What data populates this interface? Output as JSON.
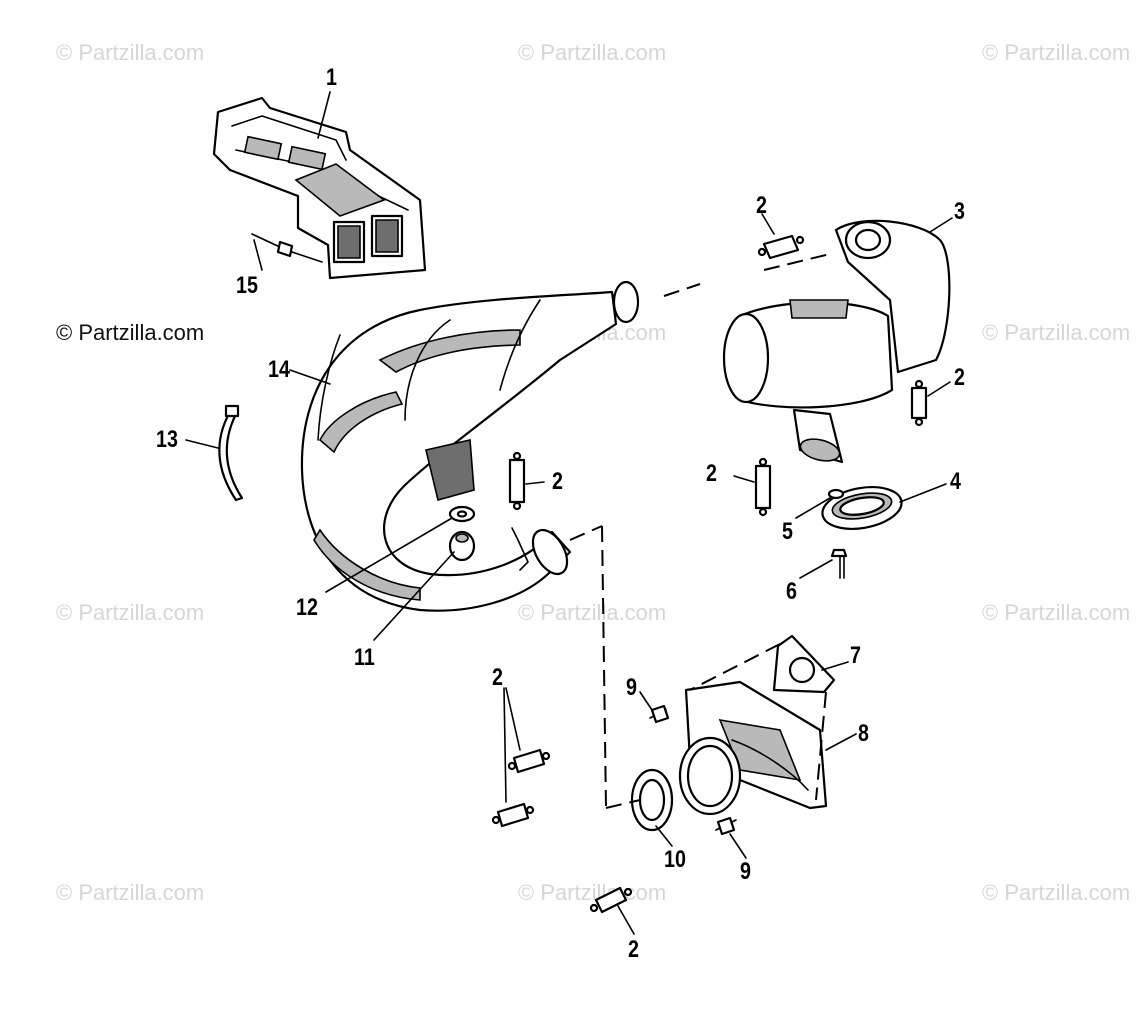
{
  "watermark": {
    "text": "© Partzilla.com",
    "color": "#d6d6d6"
  },
  "callouts": {
    "c1": "1",
    "c2a": "2",
    "c2b": "2",
    "c2c": "2",
    "c2d": "2",
    "c2e": "2",
    "c2f": "2",
    "c3": "3",
    "c4": "4",
    "c5": "5",
    "c6": "6",
    "c7": "7",
    "c8": "8",
    "c9a": "9",
    "c9b": "9",
    "c10": "10",
    "c11": "11",
    "c12": "12",
    "c13": "13",
    "c14": "14",
    "c15": "15"
  }
}
